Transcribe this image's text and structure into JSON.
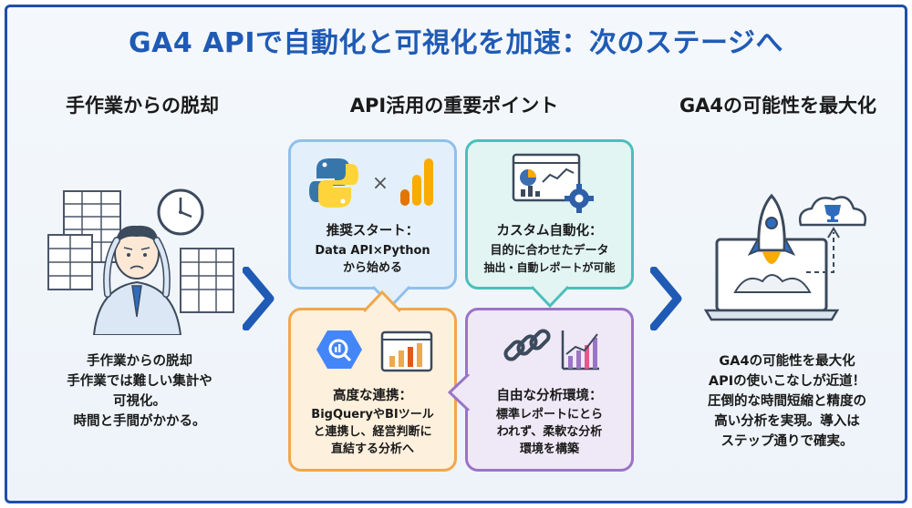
{
  "title": "GA4 APIで自動化と可視化を加速：次のステージへ",
  "columns": {
    "left": {
      "heading": "手作業からの脱却",
      "lines": [
        "手作業からの脱却",
        "手作業では難しい集計や",
        "可視化。",
        "時間と手間がかかる。"
      ]
    },
    "center": {
      "heading": "API活用の重要ポイント"
    },
    "right": {
      "heading": "GA4の可能性を最大化",
      "lines": [
        "GA4の可能性を最大化",
        "APIの使いこなしが近道！",
        "圧倒的な時間短縮と精度の",
        "高い分析を実現。導入は",
        "ステップ通りで確実。"
      ]
    }
  },
  "cards": {
    "top_left": {
      "title": "推奨スタート：",
      "lines": [
        "Data API×Python",
        "から始める"
      ],
      "symbol": "×",
      "icons": [
        "python-logo-icon",
        "analytics-bars-icon"
      ]
    },
    "top_right": {
      "title": "カスタム自動化：",
      "lines": [
        "目的に合わせたデータ",
        "抽出・自動レポートが可能"
      ],
      "icons": [
        "dashboard-window-icon",
        "gear-icon"
      ]
    },
    "bottom_left": {
      "title": "高度な連携：",
      "lines": [
        "BigQueryやBIツール",
        "と連携し、経営判断に",
        "直結する分析へ"
      ],
      "icons": [
        "bigquery-icon",
        "bar-chart-window-icon"
      ]
    },
    "bottom_right": {
      "title": "自由な分析環境：",
      "lines": [
        "標準レポートにとら",
        "われず、柔軟な分析",
        "環境を構築"
      ],
      "icons": [
        "chain-link-icon",
        "trend-chart-icon"
      ]
    }
  },
  "colors": {
    "title": "#1f5bb5",
    "frame": "#1f4fa8",
    "arrow": "#1f5bb5",
    "card_tl": "#8fc0ec",
    "card_tr": "#4bbfbb",
    "card_bl": "#f1a74b",
    "card_br": "#9a74c6"
  }
}
